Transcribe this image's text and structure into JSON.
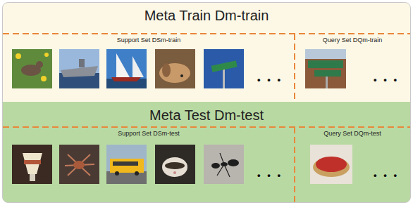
{
  "diagram": {
    "nodes": [
      {
        "text": [
          "Meta Train Dm-train"
        ]
      },
      {
        "text": [
          "Support Set DSm-train"
        ],
        "in": 0
      },
      {
        "text": [
          "Query Set DQm-train"
        ],
        "in": 0
      },
      {
        "text": [
          "Meta Test Dm-test"
        ]
      },
      {
        "text": [
          "Support Set DSm-test"
        ],
        "in": 3
      },
      {
        "text": [
          "Query Set DQm-test"
        ],
        "in": 3
      }
    ],
    "labels": [
      "• • •",
      "• • •",
      "• • •",
      "• • •"
    ]
  }
}
